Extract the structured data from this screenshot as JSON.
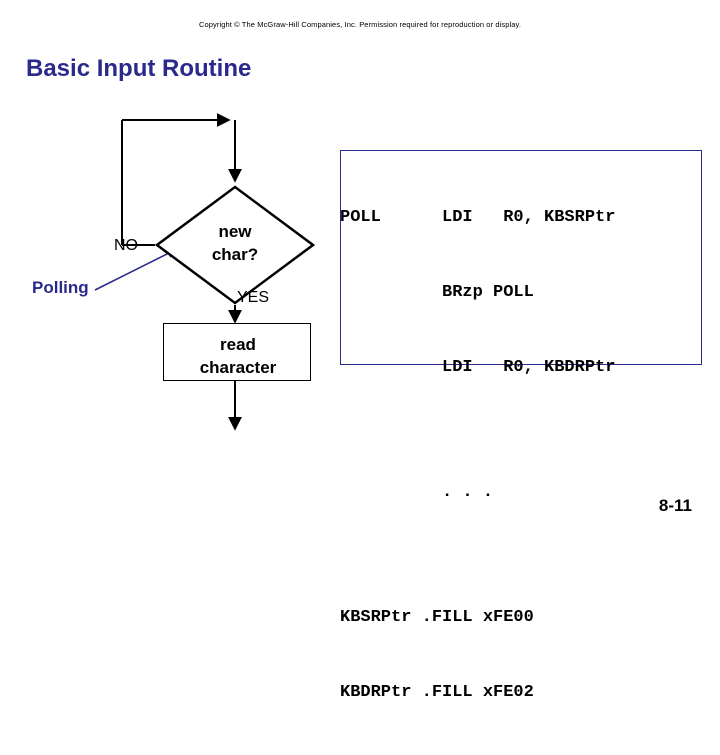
{
  "copyright": "Copyright © The McGraw-Hill Companies, Inc. Permission required for reproduction or display.",
  "title": "Basic Input Routine",
  "flowchart": {
    "decision_label_line1": "new",
    "decision_label_line2": "char?",
    "process_label_line1": "read",
    "process_label_line2": "character",
    "branch_no": "NO",
    "branch_yes": "YES",
    "annotation": "Polling"
  },
  "code": {
    "lines": [
      "POLL      LDI   R0, KBSRPtr",
      "          BRzp POLL",
      "          LDI   R0, KBDRPtr",
      "",
      "          . . .",
      "",
      "KBSRPtr .FILL xFE00",
      "KBDRPtr .FILL xFE02"
    ]
  },
  "page_number": "8-11",
  "colors": {
    "title": "#2a2a8c",
    "panel_border": "#2a2a8c",
    "annotation": "#2a2a8c",
    "line": "#000000"
  }
}
